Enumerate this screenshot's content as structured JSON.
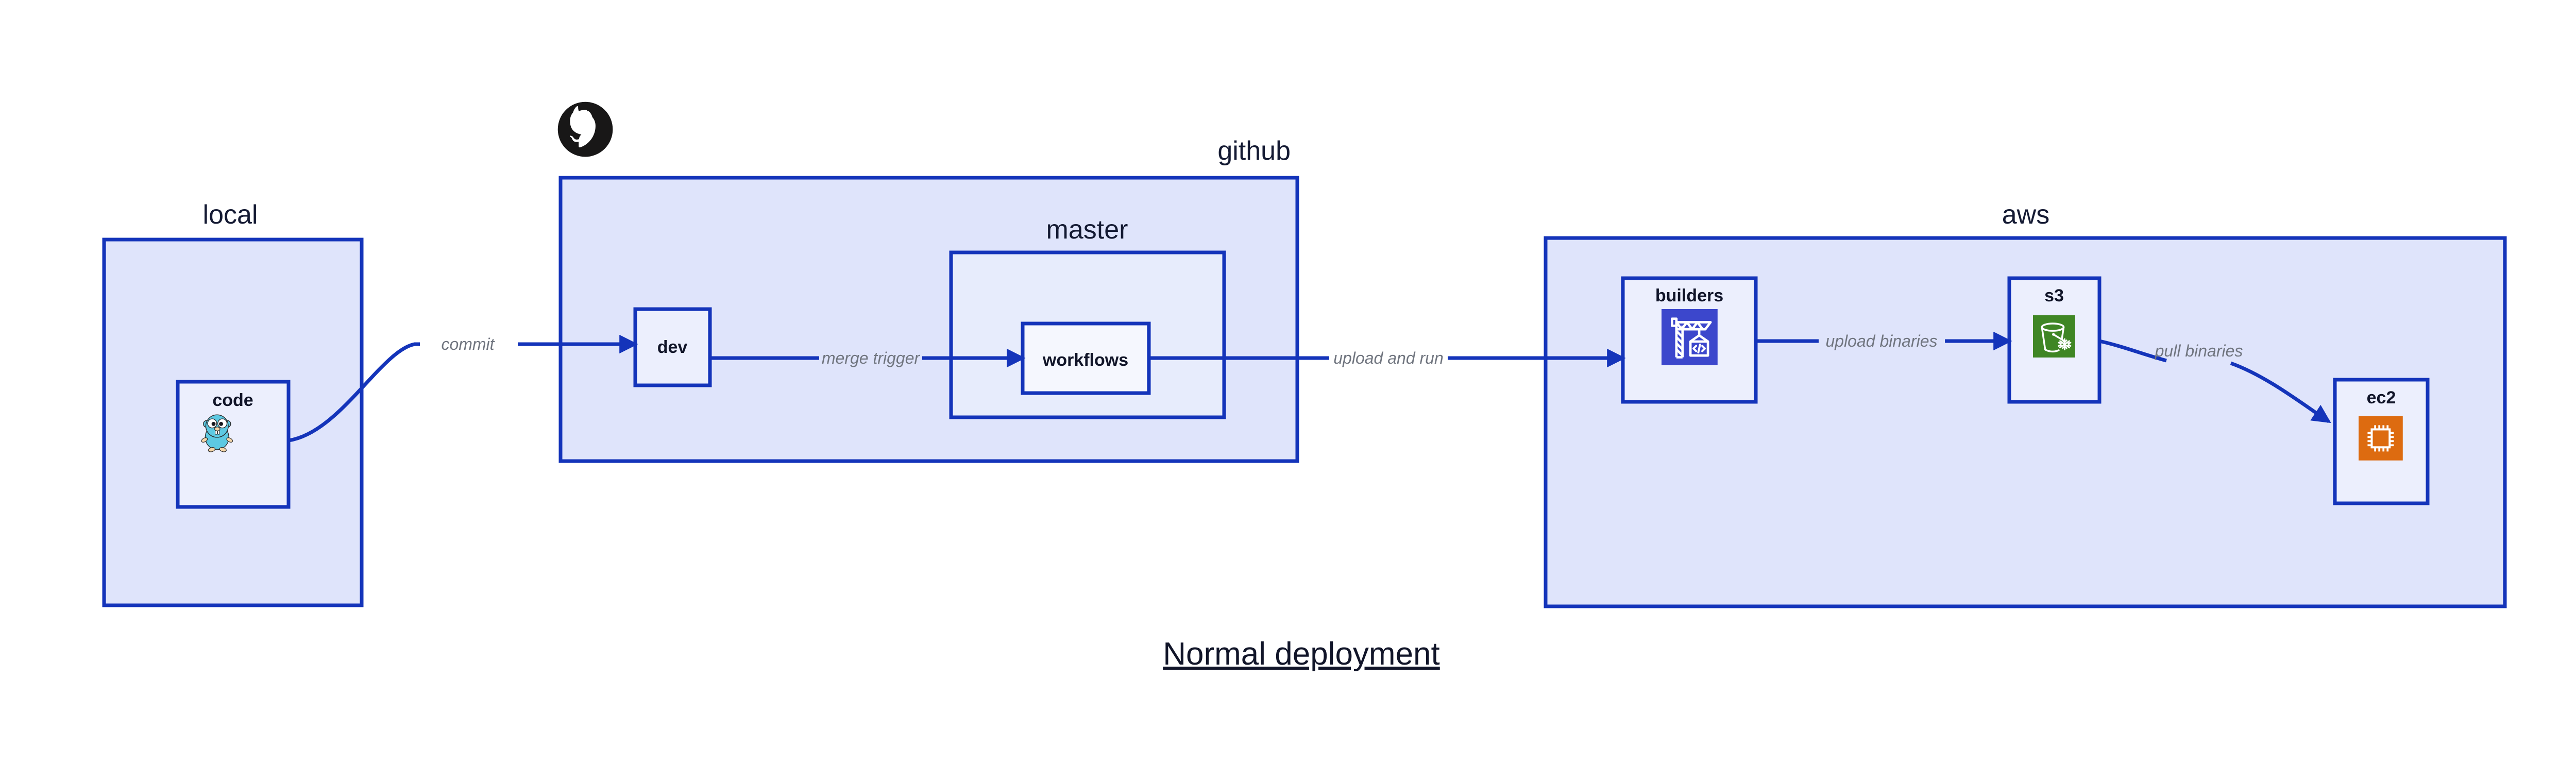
{
  "page": {
    "title": "Normal deployment",
    "background": "#ffffff",
    "accent_border": "#1434ba",
    "container_fill": "#dfe4fb",
    "subcontainer_fill": "#e7ecfc",
    "leaf_fill": "#eceffd",
    "label_color": "#111529",
    "edge_label_color": "#70757f"
  },
  "diagram": {
    "type": "flow",
    "groups": [
      {
        "id": "local",
        "title": "local",
        "title_align": "center",
        "nodes": [
          {
            "id": "code",
            "label": "code",
            "icon": "go-gopher-icon",
            "icon_color": "#5dc9e2"
          }
        ]
      },
      {
        "id": "github",
        "title": "github",
        "title_align": "right",
        "badge_icon": "github-octocat-icon",
        "badge_color": "#181717",
        "nodes": [
          {
            "id": "dev",
            "label": "dev",
            "icon": null
          }
        ],
        "subgroups": [
          {
            "id": "master",
            "title": "master",
            "title_align": "center",
            "nodes": [
              {
                "id": "workflows",
                "label": "workflows",
                "icon": null
              }
            ]
          }
        ]
      },
      {
        "id": "aws",
        "title": "aws",
        "title_align": "center",
        "nodes": [
          {
            "id": "builders",
            "label": "builders",
            "icon": "aws-codebuild-icon",
            "icon_color": "#3c47cc"
          },
          {
            "id": "s3",
            "label": "s3",
            "icon": "aws-s3-bucket-icon",
            "icon_color": "#3f8624"
          },
          {
            "id": "ec2",
            "label": "ec2",
            "icon": "aws-ec2-chip-icon",
            "icon_color": "#dd6b10"
          }
        ]
      }
    ],
    "edges": [
      {
        "id": "commit",
        "label": "commit",
        "from": "code",
        "to": "dev",
        "style": "curved"
      },
      {
        "id": "merge-trigger",
        "label": "merge trigger",
        "from": "dev",
        "to": "workflows",
        "style": "straight"
      },
      {
        "id": "upload-and-run",
        "label": "upload and run",
        "from": "workflows",
        "to": "builders",
        "style": "straight"
      },
      {
        "id": "upload-binaries",
        "label": "upload binaries",
        "from": "builders",
        "to": "s3",
        "style": "straight"
      },
      {
        "id": "pull-binaries",
        "label": "pull binaries",
        "from": "s3",
        "to": "ec2",
        "style": "curved"
      }
    ]
  }
}
